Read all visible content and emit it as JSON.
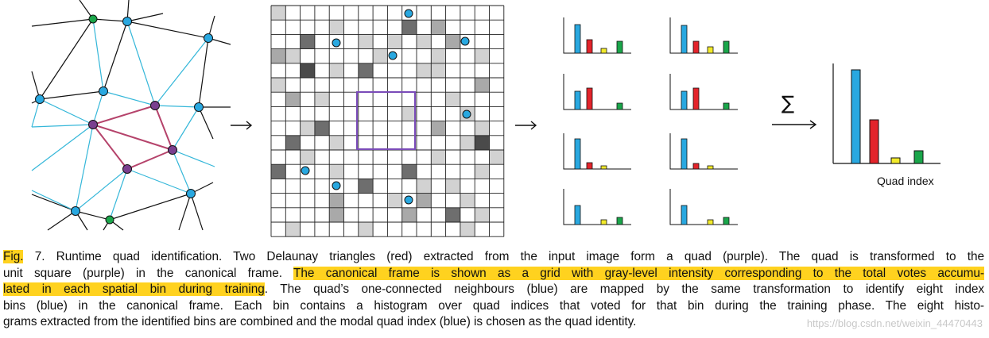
{
  "figure": {
    "sum_symbol": "∑",
    "quad_index_label": "Quad index",
    "colors": {
      "blue": "#29a8e0",
      "red": "#e3242b",
      "yellow": "#f2ea2b",
      "green": "#1aa64a",
      "purple": "#7a4bb8",
      "mesh_black": "#111111",
      "mesh_cyan": "#35b7d9"
    }
  },
  "caption": {
    "fig_label": "Fig.",
    "line1_rest": " 7. Runtime quad identification. Two Delaunay triangles (red) extracted from the input image form a quad (purple). The quad is transformed to the",
    "line2_plain": "unit square (purple) in the canonical frame. ",
    "line2_hl": "The canonical frame is shown as a grid with gray-level intensity corresponding to the total votes accumu-",
    "line3_hl": "lated in each spatial bin during training",
    "line3_rest": ". The quad’s one-connected neighbours (blue) are mapped by the same transformation to identify eight index",
    "line4": "bins (blue) in the canonical frame. Each bin contains a histogram over quad indices that voted for that bin during the training phase. The eight histo-",
    "line5": "grams extracted from the identified bins are combined and the modal quad index (blue) is chosen as the quad identity."
  },
  "watermark": "https://blog.csdn.net/weixin_44470443"
}
